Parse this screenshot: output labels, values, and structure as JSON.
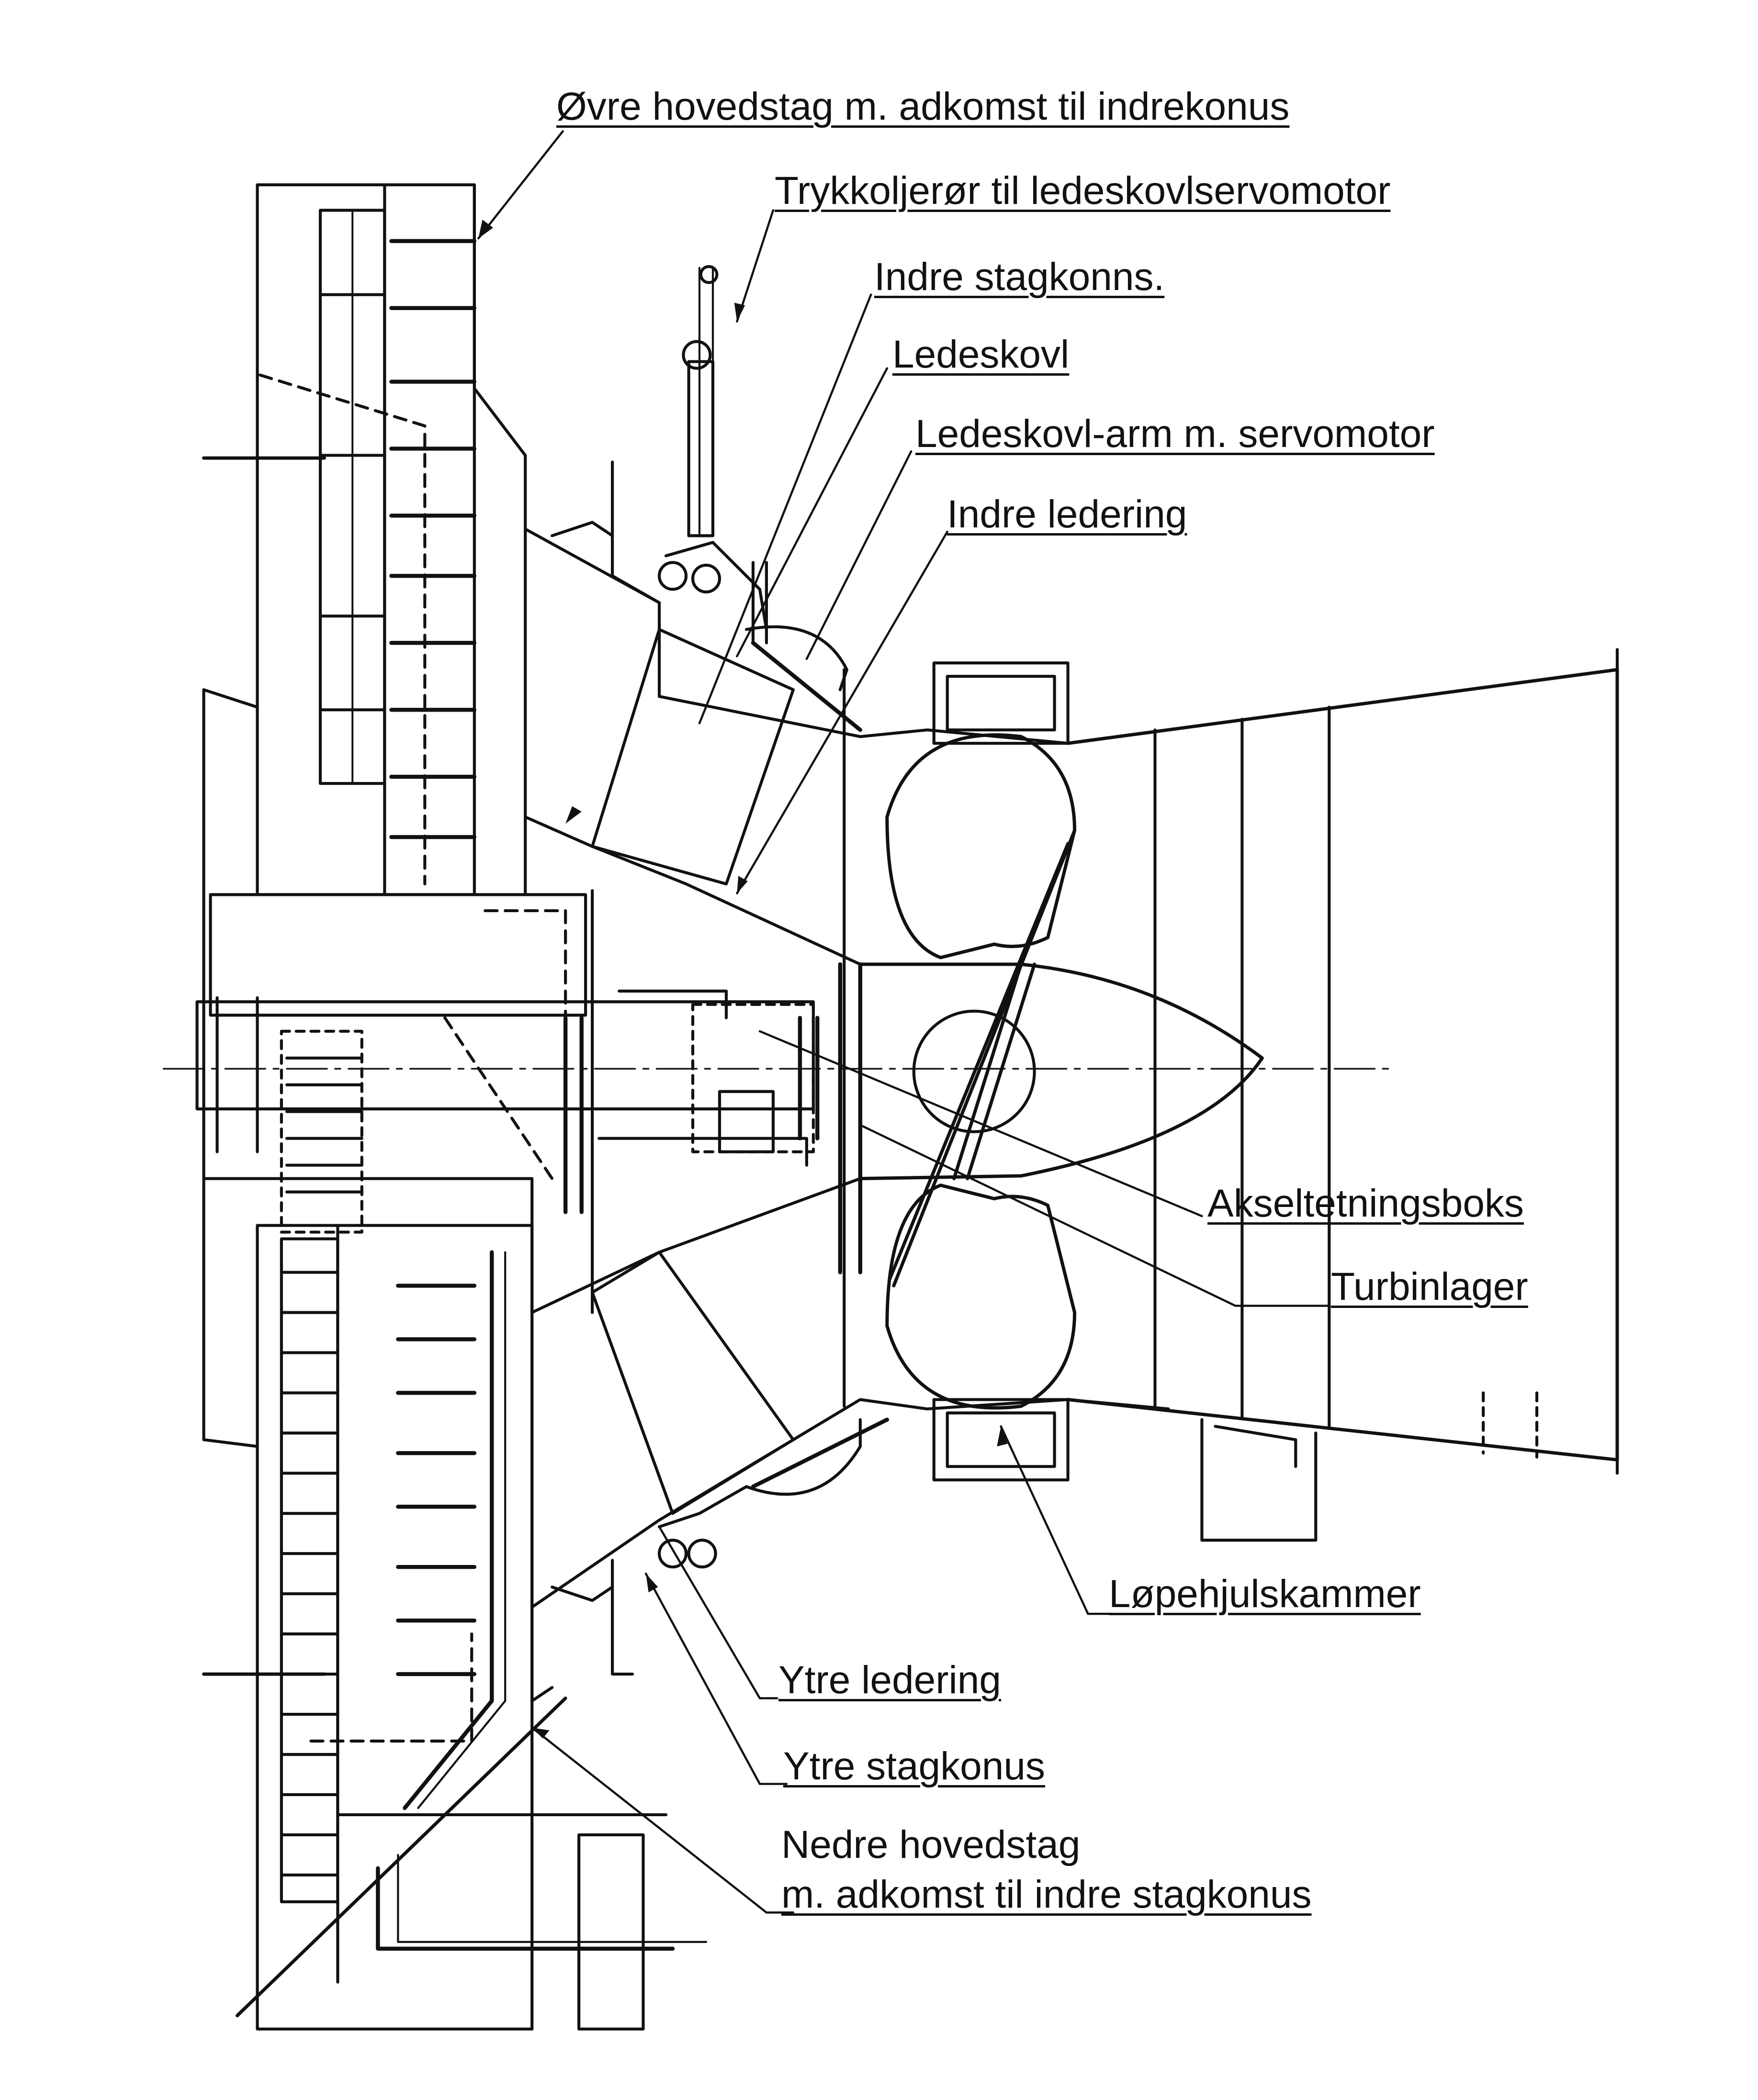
{
  "colors": {
    "ink": "#111111",
    "paper": "#ffffff"
  },
  "labels": {
    "ovre_hovedstag": "Øvre hovedstag m. adkomst til indrekonus",
    "trykkoljeror": "Trykkoljerør til ledeskovlservomotor",
    "indre_stagkonns": "Indre stagkonns.",
    "ledeskovl": "Ledeskovl",
    "ledeskovl_arm": "Ledeskovl-arm m. servomotor",
    "indre_ledering": "Indre ledering",
    "akseltetningsboks": "Akseltetningsboks",
    "turbinlager": "Turbinlager",
    "lopehjulskammer": "Løpehjulskammer",
    "ytre_ledering": "Ytre ledering",
    "ytre_stagkonus": "Ytre stagkonus",
    "nedre_hovedstag_1": "Nedre hovedstag",
    "nedre_hovedstag_2": "m. adkomst til indre stagkonus"
  }
}
